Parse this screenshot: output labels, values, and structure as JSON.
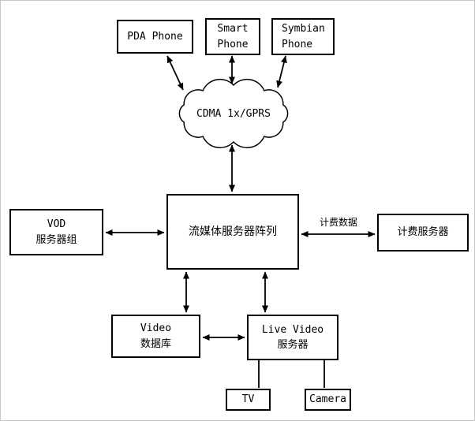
{
  "diagram": {
    "nodes": {
      "pda": {
        "label": "PDA Phone"
      },
      "smart": {
        "label": "Smart\nPhone"
      },
      "symbian": {
        "label": "Symbian\nPhone"
      },
      "cloud": {
        "label": "CDMA 1x/GPRS"
      },
      "server": {
        "label": "流媒体服务器阵列"
      },
      "vod": {
        "label": "VOD\n服务器组"
      },
      "billing": {
        "label": "计费服务器"
      },
      "video_db": {
        "label": "Video\n数据库"
      },
      "live_video": {
        "label": "Live Video\n服务器"
      },
      "tv": {
        "label": "TV"
      },
      "camera": {
        "label": "Camera"
      }
    },
    "edge_labels": {
      "billing_data": "计费数据"
    },
    "connections": [
      {
        "from": "pda",
        "to": "cloud",
        "arrows": "both"
      },
      {
        "from": "smart",
        "to": "cloud",
        "arrows": "both"
      },
      {
        "from": "symbian",
        "to": "cloud",
        "arrows": "both"
      },
      {
        "from": "cloud",
        "to": "server",
        "arrows": "both"
      },
      {
        "from": "vod",
        "to": "server",
        "arrows": "both"
      },
      {
        "from": "server",
        "to": "billing",
        "arrows": "both",
        "label": "计费数据"
      },
      {
        "from": "server",
        "to": "video_db",
        "arrows": "both"
      },
      {
        "from": "server",
        "to": "live_video",
        "arrows": "both"
      },
      {
        "from": "video_db",
        "to": "live_video",
        "arrows": "both"
      },
      {
        "from": "live_video",
        "to": "tv",
        "arrows": "none"
      },
      {
        "from": "live_video",
        "to": "camera",
        "arrows": "none"
      }
    ],
    "colors": {
      "stroke": "#000000",
      "background": "#ffffff"
    }
  }
}
